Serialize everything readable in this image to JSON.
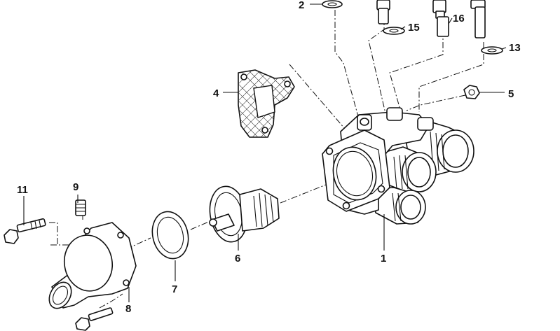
{
  "diagram": {
    "callouts": {
      "c1": "1",
      "c2": "2",
      "c4": "4",
      "c5": "5",
      "c6": "6",
      "c7": "7",
      "c8": "8",
      "c9": "9",
      "c11": "11",
      "c13": "13",
      "c15": "15",
      "c16": "16"
    }
  }
}
